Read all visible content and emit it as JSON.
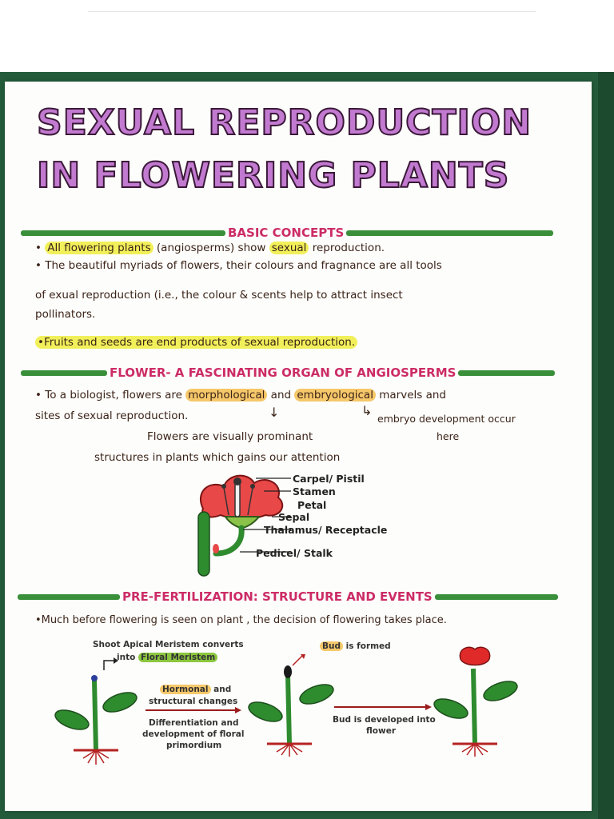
{
  "title": {
    "line1": "SEXUAL REPRODUCTION",
    "line2": "IN FLOWERING PLANTS"
  },
  "basic_concepts": {
    "header": "BASIC CONCEPTS",
    "p1_a": "• ",
    "p1_hl1": "All flowering plants",
    "p1_b": " (angiosperms) show ",
    "p1_hl2": "sexual",
    "p1_c": " reproduction.",
    "p2_line1": "• The beautiful myriads of flowers, their colours and fragnance are all tools",
    "p2_line2": "of  exual reproduction (i.e., the colour & scents help to attract insect",
    "p2_line3": "pollinators.",
    "p3": "•Fruits and seeds are end products of sexual reproduction."
  },
  "flower": {
    "header": "FLOWER- A FASCINATING ORGAN OF ANGIOSPERMS",
    "l1_a": "• To a biologist, flowers are ",
    "l1_hl1": "morphological",
    "l1_b": " and ",
    "l1_hl2": "embryological",
    "l1_c": " marvels and",
    "l2": "sites of sexual reproduction.",
    "arrow1": "↓",
    "arrow2": "↳",
    "note_right_1": "embryo development occur",
    "note_right_2": "here",
    "note_left_1": "Flowers are visually prominant",
    "note_left_2": "structures in plants  which gains our attention",
    "parts": [
      "Carpel/ Pistil",
      "Stamen",
      "Petal",
      "Sepal",
      "Thalamus/ Receptacle",
      "Pedicel/ Stalk"
    ]
  },
  "prefert": {
    "header": "PRE-FERTILIZATION: STRUCTURE AND EVENTS",
    "line": "•Much before flowering is seen on plant , the decision of flowering takes place.",
    "shoot_1": "Shoot Apical Meristem converts",
    "shoot_2": "into ",
    "shoot_hl": "Floral Meristem",
    "bud_hl": "Bud",
    "bud_rest": " is formed",
    "hormonal_hl": "Hormonal",
    "hormonal_rest": " and",
    "structural": "structural changes",
    "diff_1": "Differentiation and",
    "diff_2": "development of floral",
    "diff_3": "primordium",
    "bud_dev_1": "Bud is developed into",
    "bud_dev_2": "flower"
  },
  "colors": {
    "title_fill": "#c27ad0",
    "header_text": "#cc2c66",
    "header_bar": "#3a8f3a",
    "highlight_yellow": "#f1f05a",
    "highlight_orange": "#f6c86a",
    "binder": "#245c3b"
  }
}
